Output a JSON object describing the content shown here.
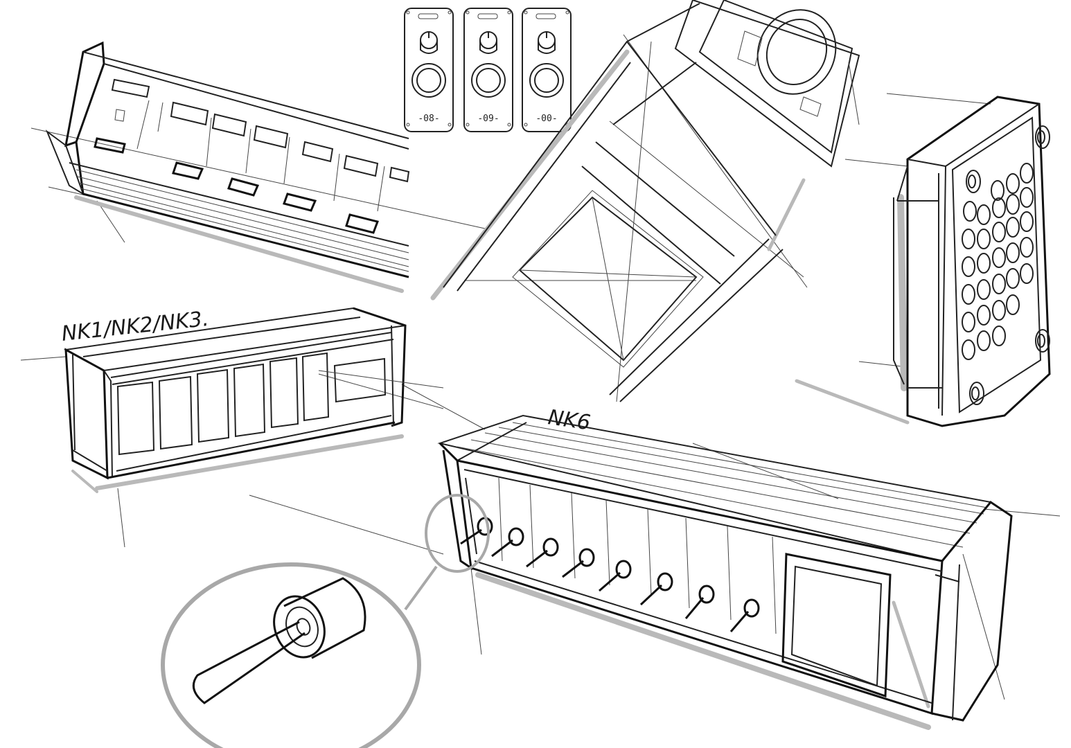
{
  "labels": {
    "group_a": "NK1/NK2/NK3.",
    "group_b": "NK6"
  },
  "panels": [
    {
      "number": "-08-"
    },
    {
      "number": "-09-"
    },
    {
      "number": "-00-"
    }
  ],
  "colors": {
    "ink": "#1a1a1a",
    "shadow": "#b9b9b9",
    "paper": "#ffffff"
  }
}
